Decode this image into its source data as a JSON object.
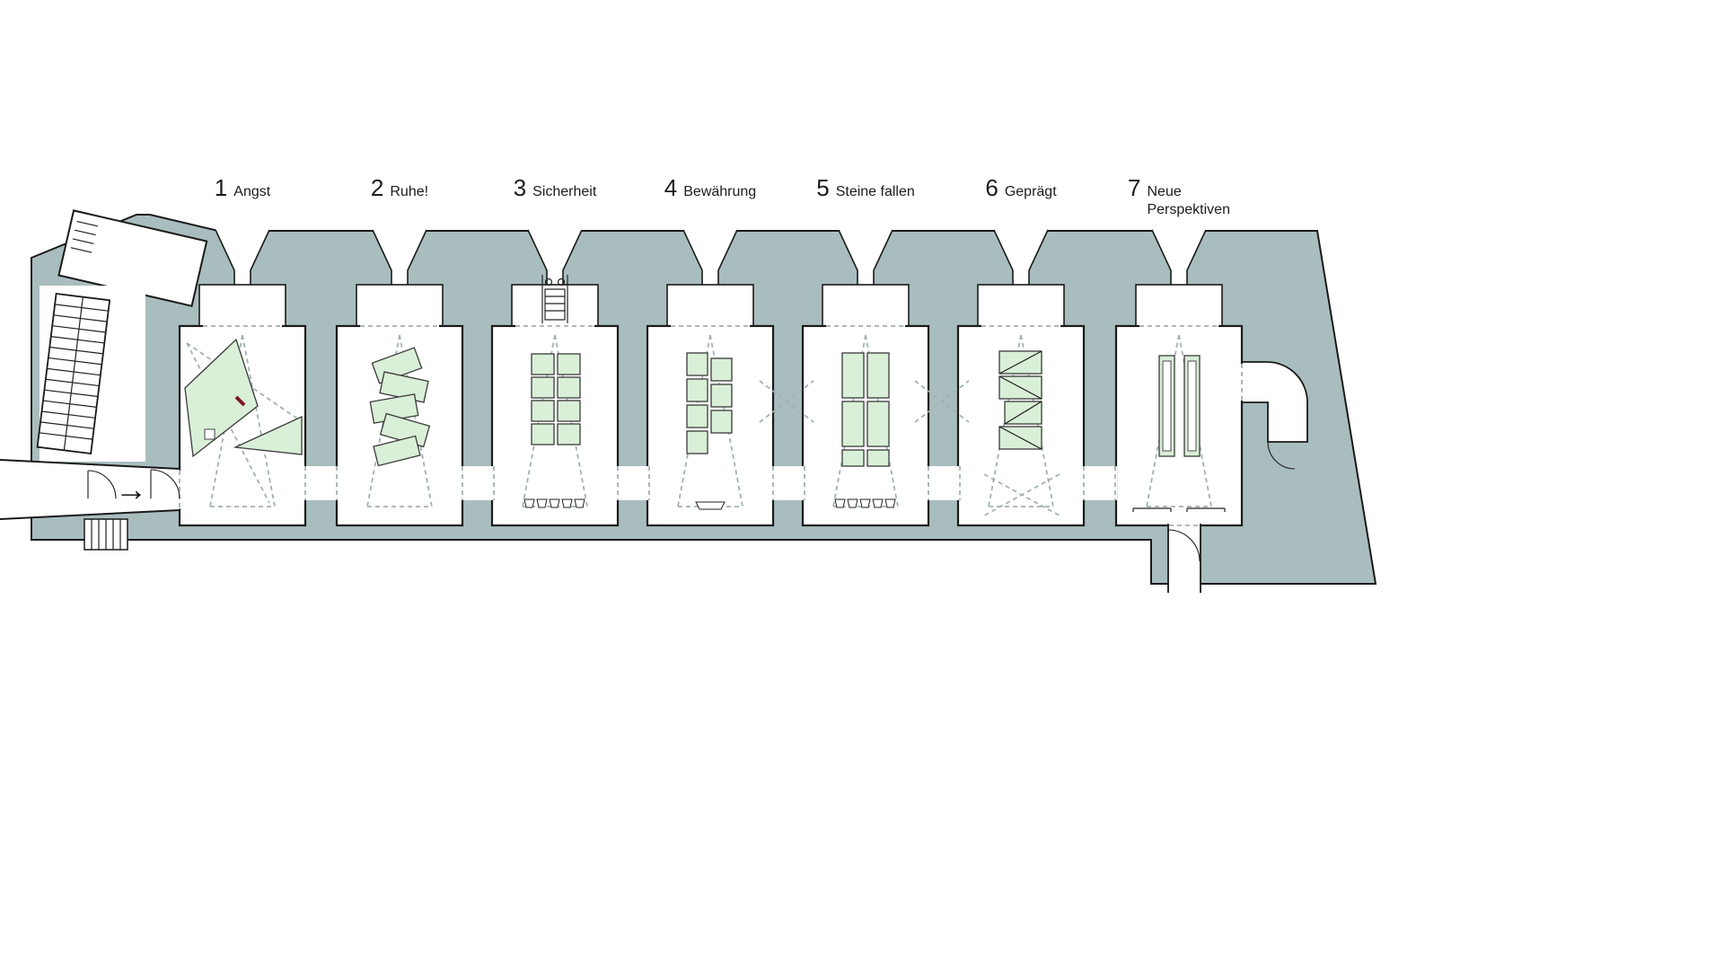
{
  "diagram": {
    "type": "exhibition-floor-plan",
    "language": "de"
  },
  "rooms": [
    {
      "number": "1",
      "name": "Angst",
      "exhibit": "tilted-freestanding-panels"
    },
    {
      "number": "2",
      "name": "Ruhe!",
      "exhibit": "rotated-box-stack"
    },
    {
      "number": "3",
      "name": "Sicherheit",
      "exhibit": "display-case-grid"
    },
    {
      "number": "4",
      "name": "Bewährung",
      "exhibit": "staggered-case-grid"
    },
    {
      "number": "5",
      "name": "Steine fallen",
      "exhibit": "tall-case-grid"
    },
    {
      "number": "6",
      "name": "Geprägt",
      "exhibit": "diagonal-panel-stack"
    },
    {
      "number": "7",
      "name": "Neue\nPerspektiven",
      "exhibit": "double-slot-panels"
    }
  ],
  "entrance": {
    "arrow_glyph": "→"
  },
  "colors": {
    "wall_mass": "#a9bdbe",
    "room_fill": "#ffffff",
    "exhibit_fill": "#d9efd7",
    "outline": "#1a1a1a",
    "sightline_dash": "#a3b1b2",
    "accent_red": "#7c1626",
    "page_background": "#ffffff"
  }
}
